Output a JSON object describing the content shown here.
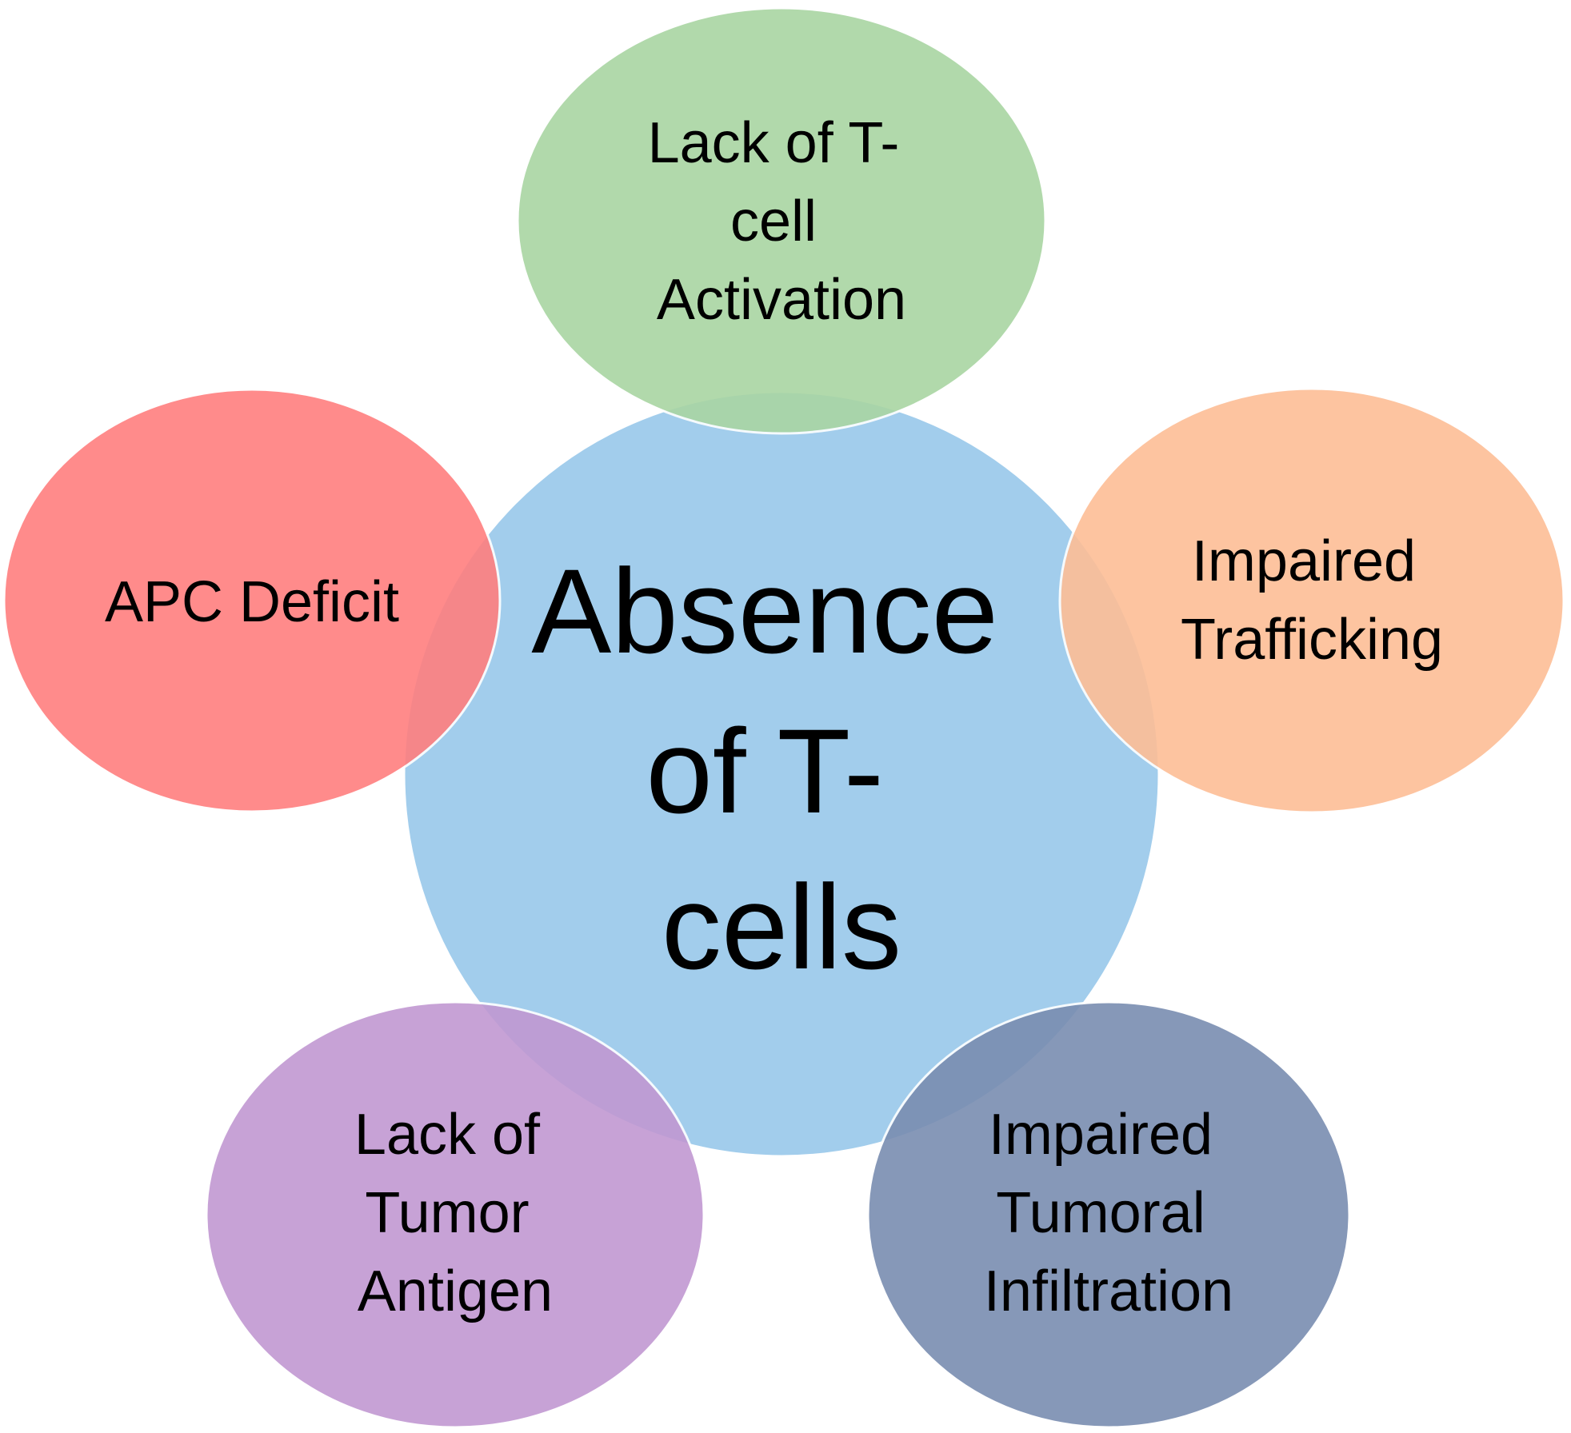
{
  "center": {
    "lines": [
      "Absence",
      "of T-",
      "cells"
    ],
    "color": "#A2CDEC"
  },
  "satellites": [
    {
      "id": "lack-of-t-cell-activation",
      "lines": [
        "Lack of T-",
        "cell",
        "Activation"
      ],
      "color": "#A9D5A3"
    },
    {
      "id": "impaired-trafficking",
      "lines": [
        "Impaired",
        "Trafficking"
      ],
      "color": "#FDBE96"
    },
    {
      "id": "impaired-tumoral-infiltration",
      "lines": [
        "Impaired",
        "Tumoral",
        "Infiltration"
      ],
      "color": "#7A8DB1"
    },
    {
      "id": "lack-of-tumor-antigen",
      "lines": [
        "Lack of",
        "Tumor",
        "Antigen"
      ],
      "color": "#C198D2"
    },
    {
      "id": "apc-deficit",
      "lines": [
        "APC Deficit"
      ],
      "color": "#FF7F7F"
    }
  ]
}
